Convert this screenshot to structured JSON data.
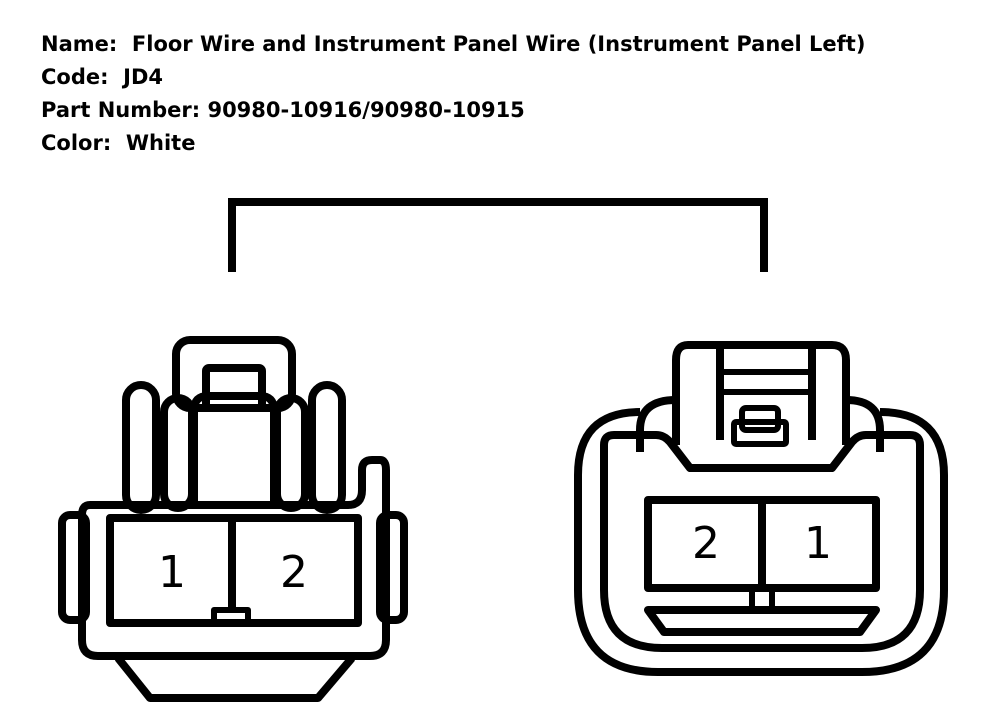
{
  "header": {
    "name_label": "Name:",
    "name_value": "Floor Wire and Instrument Panel Wire (Instrument Panel Left)",
    "code_label": "Code:",
    "code_value": "JD4",
    "part_label": "Part Number:",
    "part_value": "90980-10916/90980-10915",
    "color_label": "Color:",
    "color_value": "White"
  },
  "connectors": {
    "left": {
      "pins": [
        "1",
        "2"
      ]
    },
    "right": {
      "pins": [
        "2",
        "1"
      ]
    }
  }
}
